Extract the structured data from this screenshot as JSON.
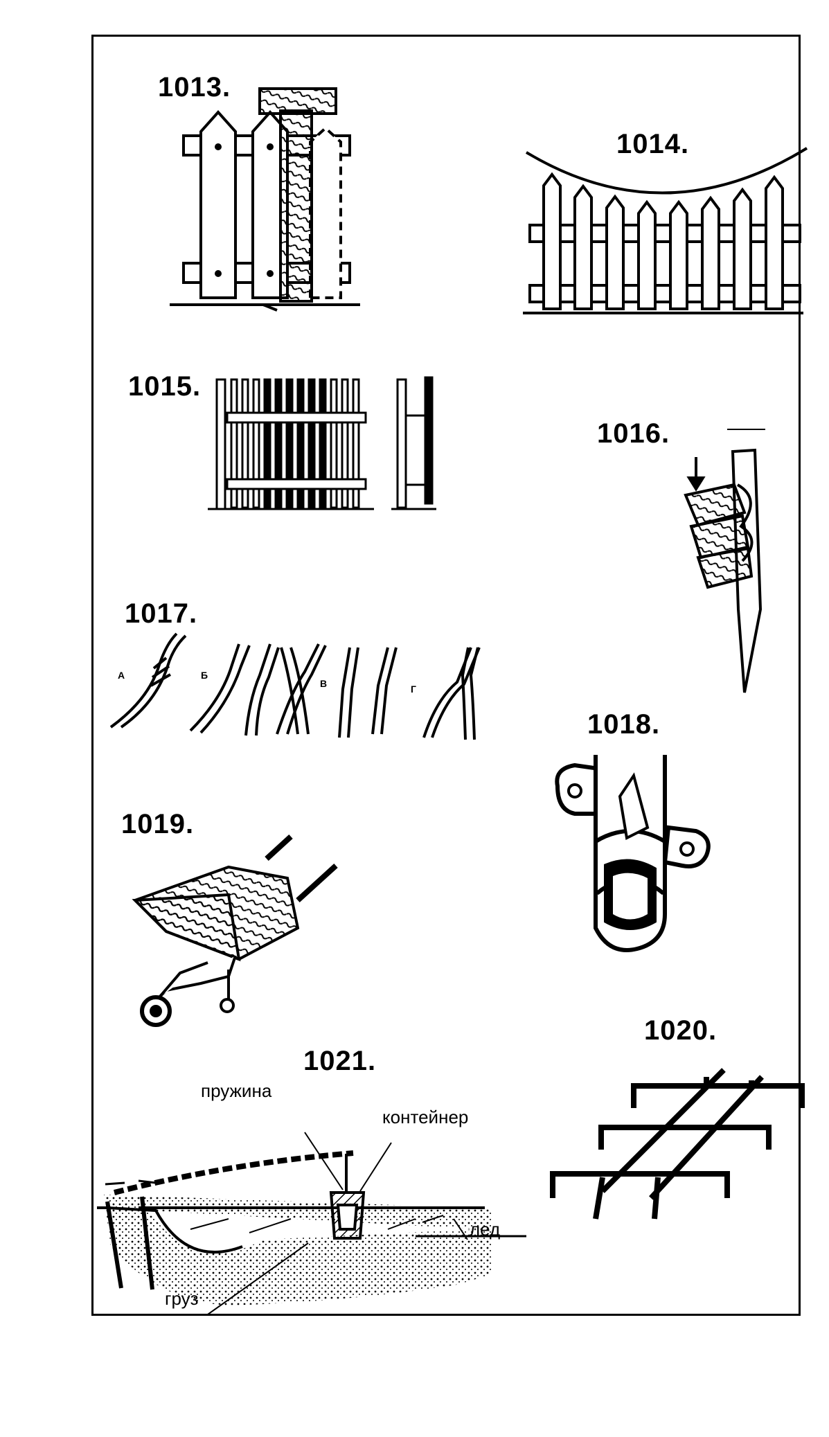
{
  "figures": {
    "f1013": "1013.",
    "f1014": "1014.",
    "f1015": "1015.",
    "f1016": "1016.",
    "f1017": "1017.",
    "f1018": "1018.",
    "f1019": "1019.",
    "f1020": "1020.",
    "f1021": "1021."
  },
  "sub_labels_1017": [
    "А",
    "Б",
    "В",
    "Г"
  ],
  "labels_1021": {
    "spring": "пружина",
    "container": "контейнер",
    "ice": "лед",
    "weight": "груз"
  }
}
